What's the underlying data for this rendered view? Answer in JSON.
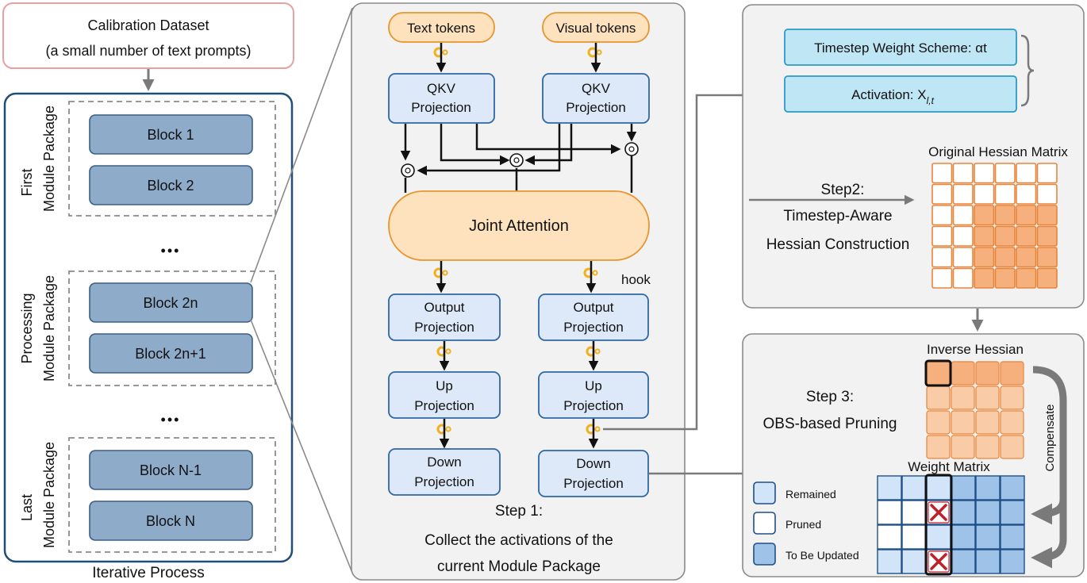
{
  "calibration": {
    "line1": "Calibration Dataset",
    "line2": "(a small number of text prompts)"
  },
  "packages": {
    "first": {
      "line1": "First",
      "line2": "Module Package",
      "blocks": [
        "Block 1",
        "Block 2"
      ]
    },
    "processing": {
      "line1": "Processing",
      "line2": "Module Package",
      "blocks": [
        "Block 2n",
        "Block 2n+1"
      ]
    },
    "last": {
      "line1": "Last",
      "line2": "Module Package",
      "blocks": [
        "Block N-1",
        "Block N"
      ]
    },
    "ellipsis": "•••",
    "iterative_label": "Iterative Process"
  },
  "step1": {
    "text_tokens": "Text tokens",
    "visual_tokens": "Visual tokens",
    "qkv_left": [
      "QKV",
      "Projection"
    ],
    "qkv_right": [
      "QKV",
      "Projection"
    ],
    "joint_attention": "Joint Attention",
    "hook_label": "hook",
    "output_left": [
      "Output",
      "Projection"
    ],
    "output_right": [
      "Output",
      "Projection"
    ],
    "up_left": [
      "Up",
      "Projection"
    ],
    "up_right": [
      "Up",
      "Projection"
    ],
    "down_left": [
      "Down",
      "Projection"
    ],
    "down_right": [
      "Down",
      "Projection"
    ],
    "caption": [
      "Step 1:",
      "Collect the activations of the",
      "current Module Package"
    ]
  },
  "step2": {
    "weight_scheme": "Timestep Weight Scheme: αt",
    "activation": "Activation: X",
    "activation_sub": "l,t",
    "title": "Step2:",
    "line2": "Timestep-Aware",
    "line3": "Hessian Construction",
    "matrix_label": "Original  Hessian  Matrix"
  },
  "step3": {
    "inverse_label": "Inverse  Hessian",
    "title": "Step 3:",
    "subtitle": "OBS-based Pruning",
    "weight_label": "Weight Matrix",
    "compensate": "Compensate",
    "legend": [
      "Remained",
      "Pruned",
      "To Be Updated"
    ]
  },
  "colors": {
    "block_fill": "#8eabc9",
    "block_stroke": "#3a5f85",
    "proj_fill": "#dde9f8",
    "proj_stroke": "#2f67a6",
    "token_fill": "#fde2bd",
    "token_stroke": "#e8952f",
    "attn_fill": "#fde2bd",
    "panel_fill": "#f2f2f2",
    "panel_stroke": "#8a8a8a",
    "step2_box_fill": "#bfe6f5",
    "step2_box_stroke": "#2b9ac7",
    "hess_orange": "#f5b07d",
    "hess_stroke": "#e8853a",
    "wm_light": "#d2e4f7",
    "wm_dark": "#9ec2e8",
    "wm_stroke": "#1f4f86",
    "hook": "#f0b020",
    "cross": "#c0202a"
  }
}
